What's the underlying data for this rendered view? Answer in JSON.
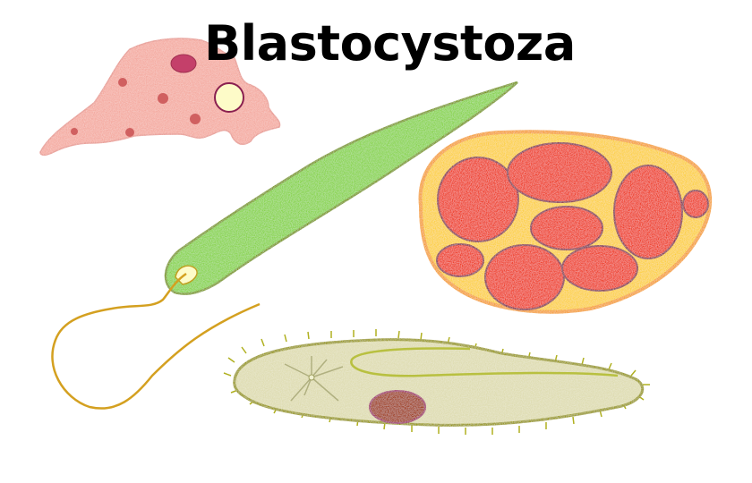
{
  "title": "Blastocystoza",
  "illustrations": [
    {
      "name": "amoeba",
      "fill": "#f4aaa0",
      "nucleus": "#c4406a",
      "vacuole": "#fdfbc8"
    },
    {
      "name": "euglena",
      "fill": "#88d44c",
      "outline": "#7a9a10",
      "flagellum": "#d4a020"
    },
    {
      "name": "cyst",
      "fill": "#fcd040",
      "rim": "#f5a030",
      "cells": "#ef3a22",
      "cell_outline": "#8a3050"
    },
    {
      "name": "paramecium",
      "fill": "#dedcb0",
      "outline": "#9a9a10",
      "nucleus": "#a03a18"
    }
  ]
}
